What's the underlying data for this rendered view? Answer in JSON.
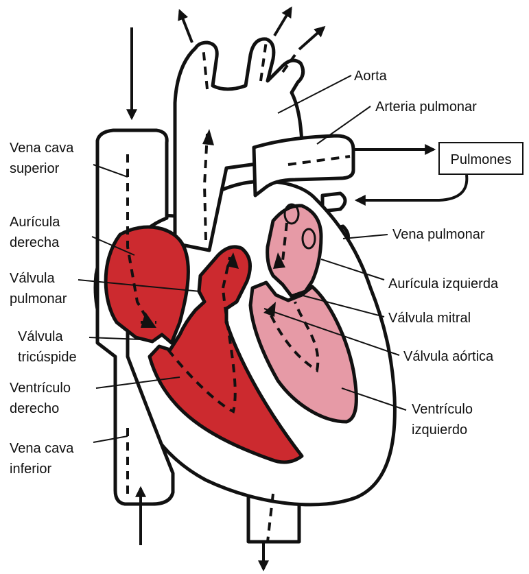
{
  "labels": {
    "aorta": "Aorta",
    "arteria_pulmonar": "Arteria pulmonar",
    "pulmones": "Pulmones",
    "vena_cava_superior": [
      "Vena cava",
      "superior"
    ],
    "auricula_derecha": [
      "Aurícula",
      "derecha"
    ],
    "valvula_pulmonar": [
      "Válvula",
      "pulmonar"
    ],
    "valvula_tricuspide": [
      "Válvula",
      "tricúspide"
    ],
    "ventriculo_derecho": [
      "Ventrículo",
      "derecho"
    ],
    "vena_cava_inferior": [
      "Vena cava",
      "inferior"
    ],
    "vena_pulmonar": "Vena pulmonar",
    "auricula_izquierda": "Aurícula izquierda",
    "valvula_mitral": "Válvula mitral",
    "valvula_aortica": "Válvula aórtica",
    "ventriculo_izquierdo": [
      "Ventrículo",
      "izquierdo"
    ]
  },
  "colors": {
    "right_heart": "#cc2a2f",
    "left_heart": "#e69aa6",
    "outline": "#111111",
    "background": "#ffffff"
  }
}
